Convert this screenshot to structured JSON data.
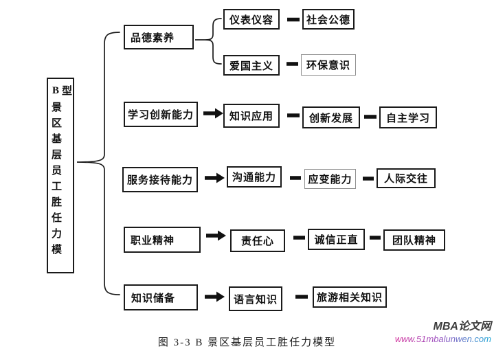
{
  "diagram": {
    "root_label": "B景区基层员工胜任力模型",
    "branches": [
      {
        "category": "品德素养",
        "pairs": [
          {
            "left": "仪表仪容",
            "right": "社会公德"
          },
          {
            "left": "爱国主义",
            "right": "环保意识"
          }
        ]
      },
      {
        "category": "学习创新能力",
        "items": [
          "知识应用",
          "创新发展",
          "自主学习"
        ]
      },
      {
        "category": "服务接待能力",
        "items": [
          "沟通能力",
          "应变能力",
          "人际交往"
        ]
      },
      {
        "category": "职业精神",
        "items": [
          "责任心",
          "诚信正直",
          "团队精神"
        ]
      },
      {
        "category": "知识储备",
        "items": [
          "语言知识",
          "旅游相关知识"
        ]
      }
    ],
    "caption": "图 3-3 B 景区基层员工胜任力模型"
  },
  "watermark": {
    "site_name": "MBA论文网",
    "site_url": "www.51mbalunwen.com"
  },
  "colors": {
    "line": "#1a1a1a",
    "connector": "#111111",
    "light_border": "#8f8f8f",
    "url_gradient_start": "#d4349d",
    "url_gradient_end": "#1fa8d6"
  }
}
